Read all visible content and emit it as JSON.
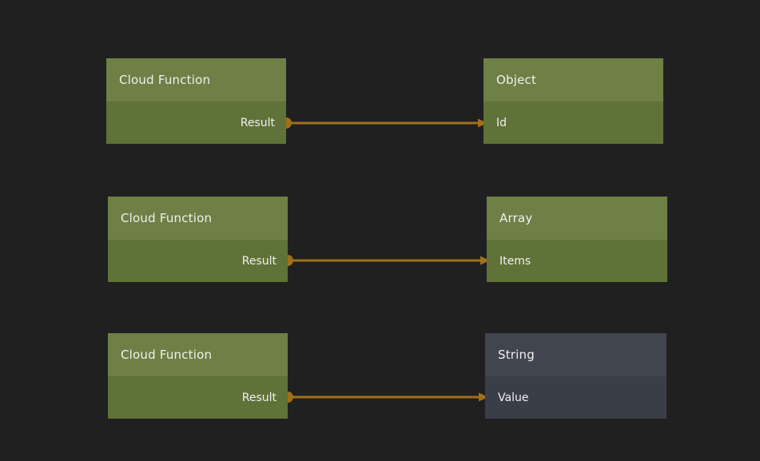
{
  "canvas": {
    "background": "#202020"
  },
  "colors": {
    "function_header": "#6e8045",
    "function_body": "#5f7238",
    "data_header": "#404550",
    "data_body": "#3a3e49",
    "wire": "#a0701a",
    "text": "#f0f0f0"
  },
  "nodes": [
    {
      "title": "Cloud Function",
      "kind": "function",
      "ports": [
        {
          "label": "Result",
          "direction": "output"
        }
      ]
    },
    {
      "title": "Object",
      "kind": "green-data",
      "ports": [
        {
          "label": "Id",
          "direction": "input"
        }
      ]
    },
    {
      "title": "Cloud Function",
      "kind": "function",
      "ports": [
        {
          "label": "Result",
          "direction": "output"
        }
      ]
    },
    {
      "title": "Array",
      "kind": "green-data",
      "ports": [
        {
          "label": "Items",
          "direction": "input"
        }
      ]
    },
    {
      "title": "Cloud Function",
      "kind": "function",
      "ports": [
        {
          "label": "Result",
          "direction": "output"
        }
      ]
    },
    {
      "title": "String",
      "kind": "dark-data",
      "ports": [
        {
          "label": "Value",
          "direction": "input"
        }
      ]
    }
  ],
  "connections": [
    {
      "from": "Cloud Function.Result",
      "to": "Object.Id"
    },
    {
      "from": "Cloud Function.Result",
      "to": "Array.Items"
    },
    {
      "from": "Cloud Function.Result",
      "to": "String.Value"
    }
  ]
}
